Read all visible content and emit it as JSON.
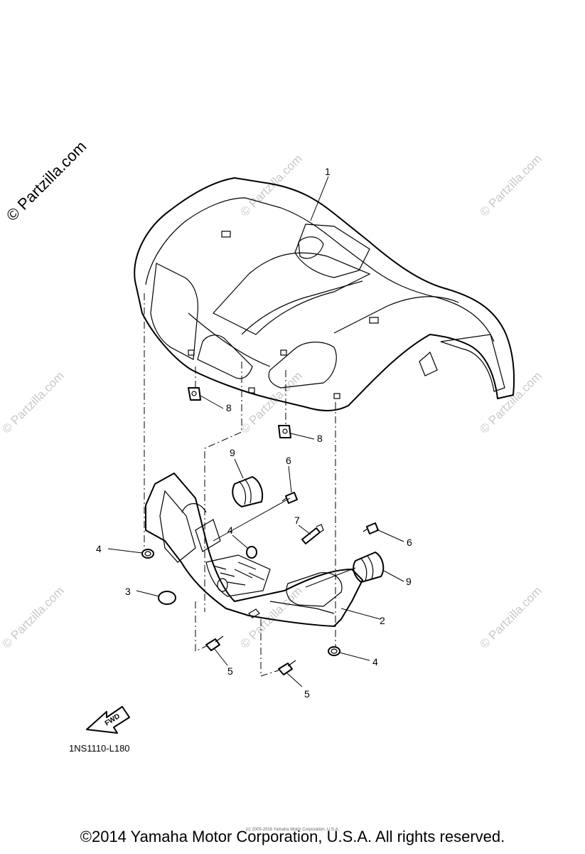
{
  "watermarks": {
    "main": "© Partzilla.com",
    "repeat": "© Partzilla.com"
  },
  "callouts": [
    "1",
    "2",
    "3",
    "4",
    "4",
    "4",
    "5",
    "5",
    "6",
    "6",
    "7",
    "8",
    "8",
    "9",
    "9"
  ],
  "fwd_label": "FWD",
  "diagram_code": "1NS1110-L180",
  "small_notice": "(c) 2005-2016 Yamaha Motor Corporation, U.S.A.",
  "copyright": "©2014 Yamaha Motor Corporation, U.S.A. All rights reserved."
}
